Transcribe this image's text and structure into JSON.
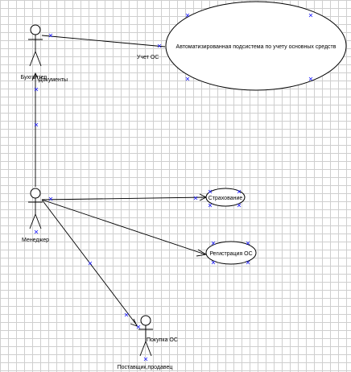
{
  "actors": {
    "accountant": "Бухгалтер",
    "manager": "Менеджер",
    "supplier": "Поставщик,продавец"
  },
  "use_cases": {
    "main_system": "Автоматизированная подсистема по учету основных средств",
    "insurance": "Страхование",
    "registration": "Регистрация ОС"
  },
  "connectors": {
    "documents": "Документы",
    "accounting": "Учет ОС",
    "purchase": "Покупка ОС"
  },
  "colors": {
    "grid": "#cfcfcf",
    "line": "#000000",
    "selection_handle": "#1a1aff"
  }
}
